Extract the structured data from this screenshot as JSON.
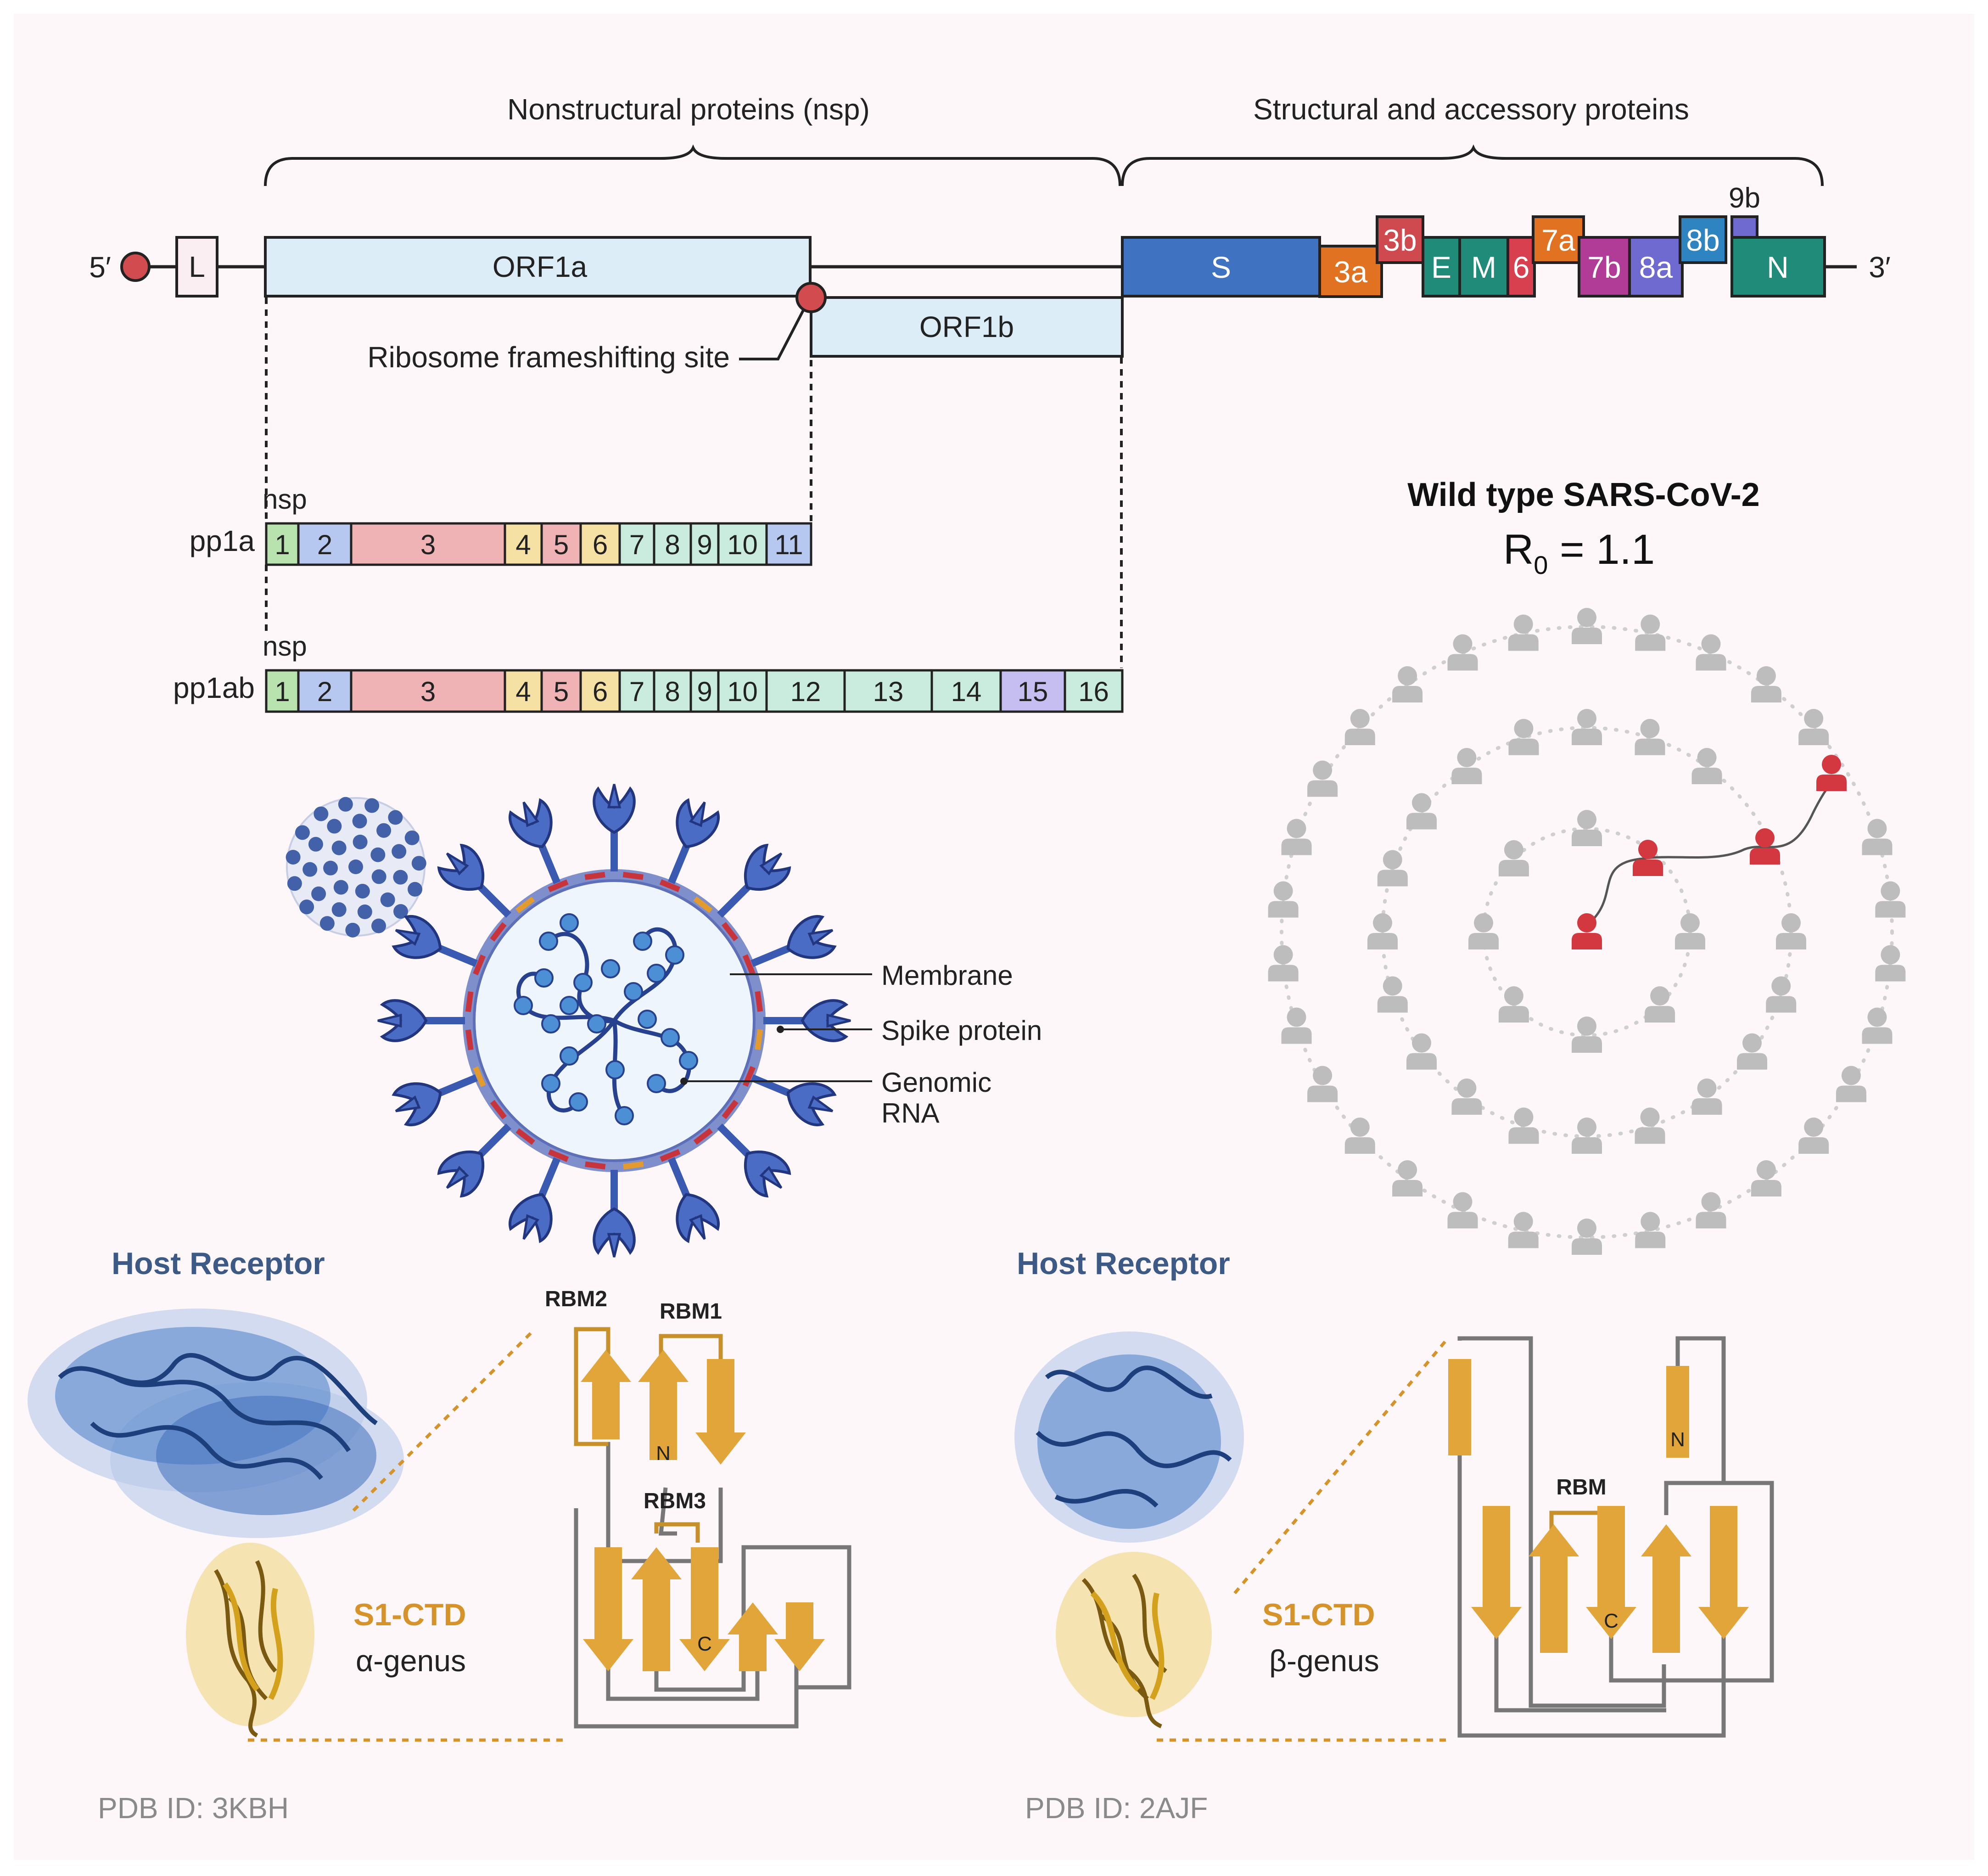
{
  "genome": {
    "nsp_bracket_label": "Nonstructural proteins (nsp)",
    "structural_bracket_label": "Structural and accessory proteins",
    "five_prime": "5′",
    "three_prime": "3′",
    "leader": "L",
    "orf1a": "ORF1a",
    "orf1b": "ORF1b",
    "frameshift_label": "Ribosome frameshifting site",
    "genes": [
      {
        "label": "S",
        "color": "#3f73c2"
      },
      {
        "label": "3a",
        "color": "#e07222"
      },
      {
        "label": "3b",
        "color": "#cf4a4e"
      },
      {
        "label": "E",
        "color": "#1f8b78"
      },
      {
        "label": "M",
        "color": "#1f8b78"
      },
      {
        "label": "6",
        "color": "#d8404f"
      },
      {
        "label": "7a",
        "color": "#e07222"
      },
      {
        "label": "7b",
        "color": "#b13c98"
      },
      {
        "label": "8a",
        "color": "#6f6ad0"
      },
      {
        "label": "8b",
        "color": "#2e84c0"
      },
      {
        "label": "9b",
        "color": "#6f6ad0"
      },
      {
        "label": "N",
        "color": "#1f8b78"
      }
    ]
  },
  "polyproteins": {
    "nsp_label": "nsp",
    "pp1a": {
      "name": "pp1a",
      "segments": [
        "1",
        "2",
        "3",
        "4",
        "5",
        "6",
        "7",
        "8",
        "9",
        "10",
        "11"
      ]
    },
    "pp1ab": {
      "name": "pp1ab",
      "segments": [
        "1",
        "2",
        "3",
        "4",
        "5",
        "6",
        "7",
        "8",
        "9",
        "10",
        "12",
        "13",
        "14",
        "15",
        "16"
      ]
    }
  },
  "virion": {
    "labels": [
      "Membrane",
      "Spike protein",
      "Genomic",
      "RNA"
    ]
  },
  "transmission": {
    "title": "Wild type SARS-CoV-2",
    "r0_symbol": "R",
    "r0_sub": "0",
    "r0_value": " = 1.1"
  },
  "structures": [
    {
      "host_label": "Host Receptor",
      "domain": "S1-CTD",
      "genus": "α-genus",
      "pdb": "PDB ID: 3KBH",
      "motifs": [
        "RBM2",
        "RBM1",
        "RBM3"
      ],
      "termini": [
        "N",
        "C"
      ]
    },
    {
      "host_label": "Host Receptor",
      "domain": "S1-CTD",
      "genus": "β-genus",
      "pdb": "PDB ID: 2AJF",
      "motifs": [
        "RBM"
      ],
      "termini": [
        "N",
        "C"
      ]
    }
  ],
  "colors": {
    "background": "#fdf7fa",
    "orf": "#dcedf8",
    "host_blue": "#3d5a86",
    "strand": "#e2a53a",
    "ctd_text": "#d6932a",
    "pdb_text": "#8a8a8a",
    "person_grey": "#bdbdbd",
    "person_red": "#d3373f"
  }
}
